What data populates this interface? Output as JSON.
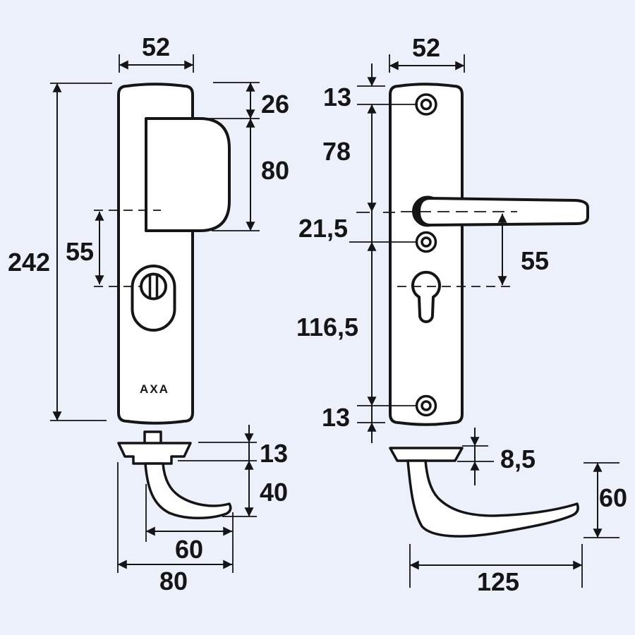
{
  "brand": "AXA",
  "colors": {
    "background": "#ebf0fa",
    "ink": "#151515",
    "fill": "#ffffff"
  },
  "front_left": {
    "width": "52",
    "height": "242",
    "knob_offset": "26",
    "knob_height": "80",
    "cylinder_offset": "55"
  },
  "side_left": {
    "rose_thickness": "13",
    "grip_depth": "40",
    "grip_reach": "60",
    "total_depth": "80"
  },
  "front_right": {
    "width": "52",
    "top_to_screw": "13",
    "screw_to_handle": "78",
    "handle_to_screw": "21,5",
    "screw_spacing": "116,5",
    "screw_to_bottom": "13",
    "handle_to_cylinder": "55"
  },
  "side_right": {
    "rose_thickness": "8,5",
    "lever_height": "60",
    "lever_length": "125"
  }
}
